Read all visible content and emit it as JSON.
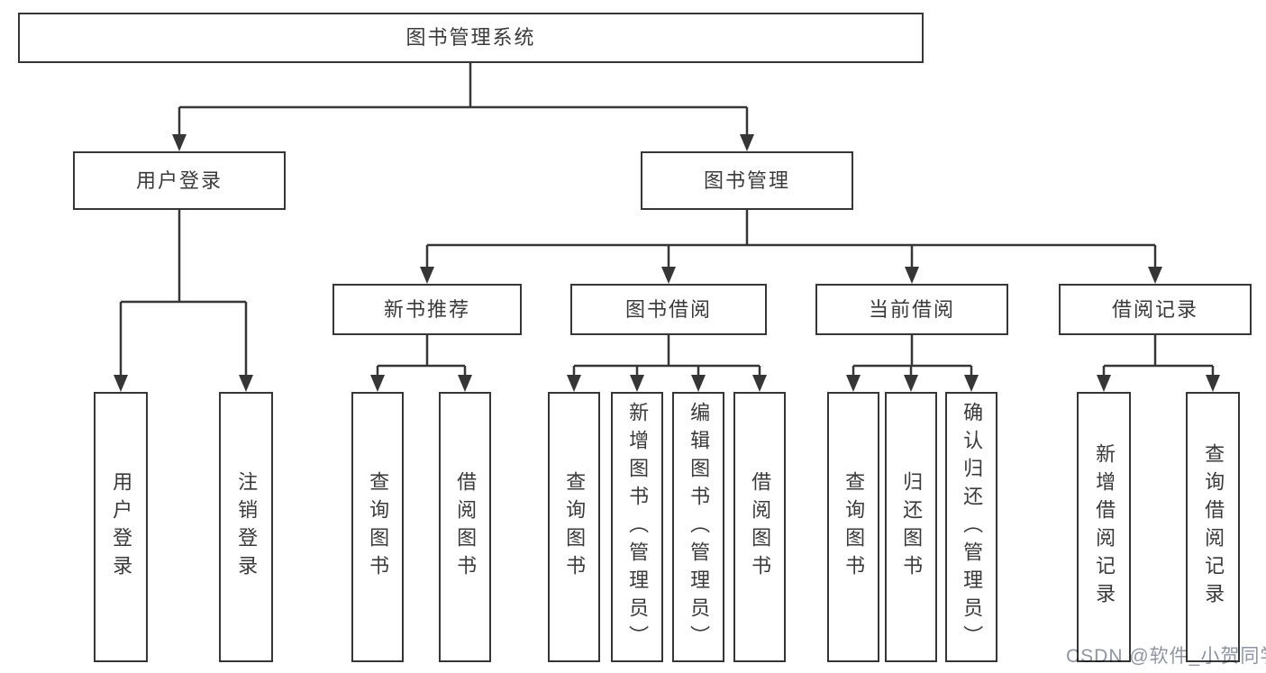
{
  "diagram": {
    "root": {
      "label": "图书管理系统",
      "children": [
        {
          "label": "用户登录",
          "children": [
            {
              "label": "用户登录"
            },
            {
              "label": "注销登录"
            }
          ]
        },
        {
          "label": "图书管理",
          "children": [
            {
              "label": "新书推荐",
              "children": [
                {
                  "label": "查询图书"
                },
                {
                  "label": "借阅图书"
                }
              ]
            },
            {
              "label": "图书借阅",
              "children": [
                {
                  "label": "查询图书"
                },
                {
                  "label": "新增图书（管理员）"
                },
                {
                  "label": "编辑图书（管理员）"
                },
                {
                  "label": "借阅图书"
                }
              ]
            },
            {
              "label": "当前借阅",
              "children": [
                {
                  "label": "查询图书"
                },
                {
                  "label": "归还图书"
                },
                {
                  "label": "确认归还（管理员）"
                }
              ]
            },
            {
              "label": "借阅记录",
              "children": [
                {
                  "label": "新增借阅记录"
                },
                {
                  "label": "查询借阅记录"
                }
              ]
            }
          ]
        }
      ]
    }
  },
  "watermark": {
    "text": "CSDN @软件_小贺同学"
  },
  "colors": {
    "line": "#363636",
    "text": "#3a3a3a",
    "watermark": "#8e94a6"
  }
}
